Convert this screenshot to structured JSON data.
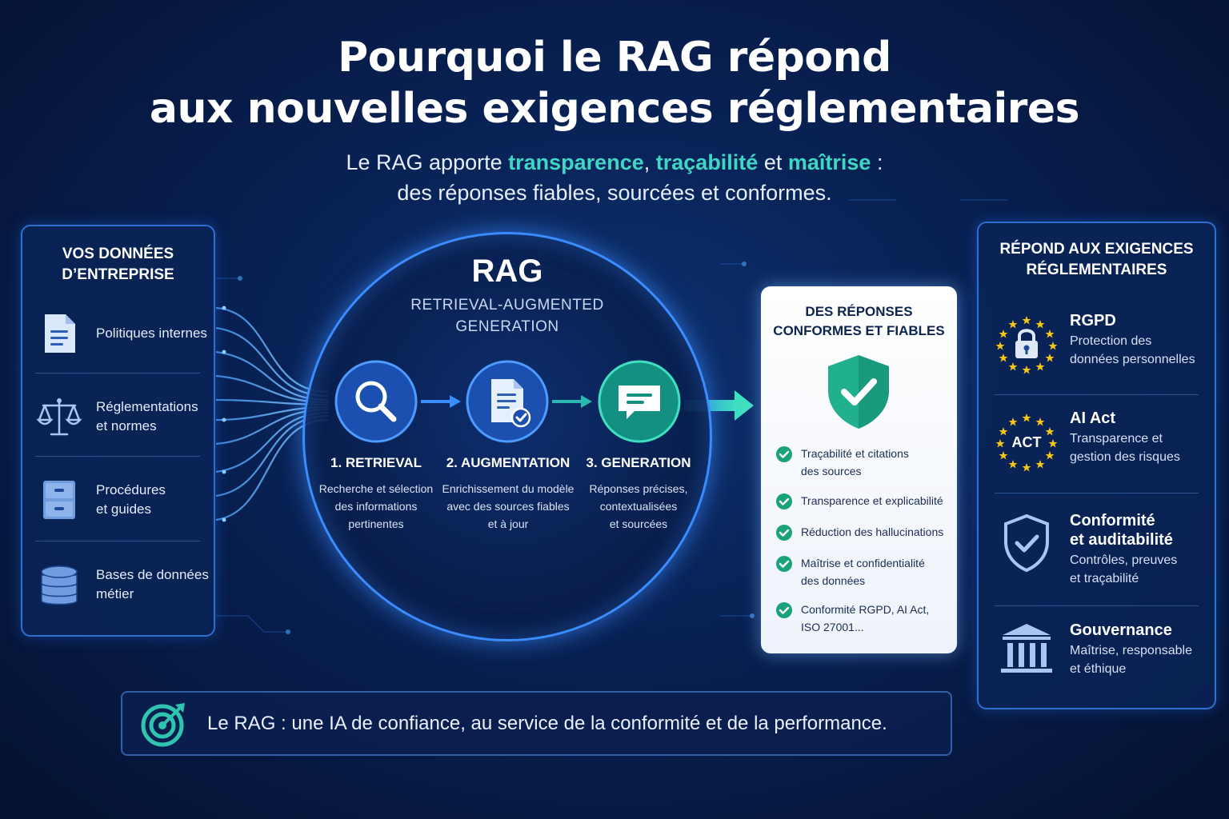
{
  "header": {
    "title_line1": "Pourquoi le RAG répond",
    "title_line2": "aux nouvelles exigences réglementaires",
    "subtitle_pre": "Le RAG apporte",
    "subtitle_hl1": "transparence",
    "subtitle_sep1": ",",
    "subtitle_hl2": "traçabilité",
    "subtitle_sep2": "et",
    "subtitle_hl3": "maîtrise",
    "subtitle_post": ":",
    "subtitle_line2": "des réponses fiables, sourcées et conformes."
  },
  "left_panel": {
    "title_line1": "Vos données",
    "title_line2": "d’entreprise",
    "items": [
      {
        "icon": "document-icon",
        "line1": "Politiques internes",
        "line2": ""
      },
      {
        "icon": "scales-icon",
        "line1": "Réglementations",
        "line2": "et normes"
      },
      {
        "icon": "filing-cabinet-icon",
        "line1": "Procédures",
        "line2": "et guides"
      },
      {
        "icon": "database-icon",
        "line1": "Bases de données",
        "line2": "métier"
      }
    ]
  },
  "rag": {
    "title": "RAG",
    "subtitle_line1": "RETRIEVAL-AUGMENTED",
    "subtitle_line2": "GENERATION",
    "steps": [
      {
        "icon": "magnifier-icon",
        "title": "1. RETRIEVAL",
        "desc1": "Recherche et sélection",
        "desc2": "des informations",
        "desc3": "pertinentes"
      },
      {
        "icon": "document-check-icon",
        "title": "2. AUGMENTATION",
        "desc1": "Enrichissement du modèle",
        "desc2": "avec des sources fiables",
        "desc3": "et à jour"
      },
      {
        "icon": "chat-bubble-icon",
        "title": "3. GENERATION",
        "desc1": "Réponses précises,",
        "desc2": "contextualisées",
        "desc3": "et sourcées"
      }
    ]
  },
  "result_card": {
    "title_line1": "Des réponses",
    "title_line2": "conformes et fiables",
    "checks": [
      {
        "line1": "Traçabilité et citations",
        "line2": "des sources"
      },
      {
        "line1": "Transparence et explicabilité",
        "line2": ""
      },
      {
        "line1": "Réduction des hallucinations",
        "line2": ""
      },
      {
        "line1": "Maîtrise et confidentialité",
        "line2": "des données"
      },
      {
        "line1": "Conformité RGPD, AI Act,",
        "line2": "ISO 27001..."
      }
    ]
  },
  "right_panel": {
    "title_line1": "Répond aux exigences",
    "title_line2": "réglementaires",
    "items": [
      {
        "icon": "eu-lock-icon",
        "title1": "RGPD",
        "title2": "",
        "desc1": "Protection des",
        "desc2": "données personnelles"
      },
      {
        "icon": "eu-act-icon",
        "title1": "AI Act",
        "title2": "",
        "desc1": "Transparence et",
        "desc2": "gestion des risques",
        "badge": "ACT"
      },
      {
        "icon": "shield-check-icon",
        "title1": "Conformité",
        "title2": "et auditabilité",
        "desc1": "Contrôles, preuves",
        "desc2": "et traçabilité"
      },
      {
        "icon": "institution-icon",
        "title1": "Gouvernance",
        "title2": "",
        "desc1": "Maîtrise, responsable",
        "desc2": "et éthique"
      }
    ]
  },
  "footer": {
    "icon": "target-icon",
    "text": "Le RAG : une IA de confiance, au service de la conformité et de la performance."
  },
  "colors": {
    "accent_teal": "#3fd6c4",
    "accent_blue": "#3b8cff",
    "eu_gold": "#f5c518",
    "success_green": "#1aa37a"
  }
}
